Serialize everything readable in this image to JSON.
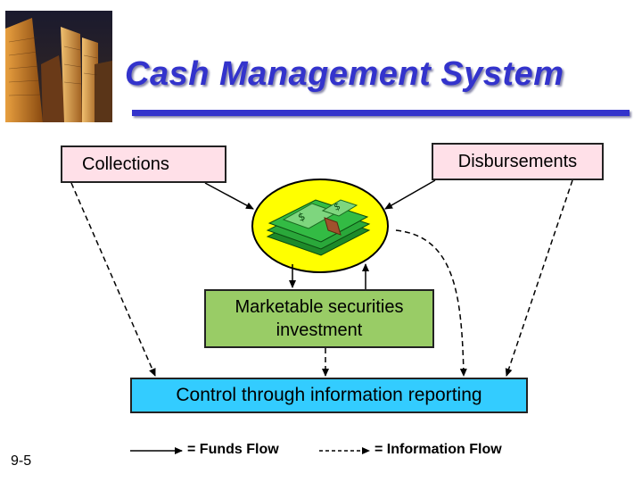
{
  "title": "Cash Management System",
  "boxes": {
    "collections": "Collections",
    "disbursements": "Disbursements",
    "securities_line1": "Marketable securities",
    "securities_line2": "investment",
    "control": "Control through information reporting"
  },
  "legend": {
    "funds_flow": "= Funds Flow",
    "information_flow": "= Information Flow"
  },
  "slide_number": "9-5",
  "colors": {
    "title": "#3333cc",
    "collections_fill": "#ffe0e8",
    "disbursements_fill": "#ffe0e8",
    "securities_fill": "#99cc66",
    "control_fill": "#33ccff",
    "cash_pool_fill": "#ffff00"
  },
  "icons": {
    "logo": "skyscrapers-photo",
    "center": "money-stack-icon"
  }
}
